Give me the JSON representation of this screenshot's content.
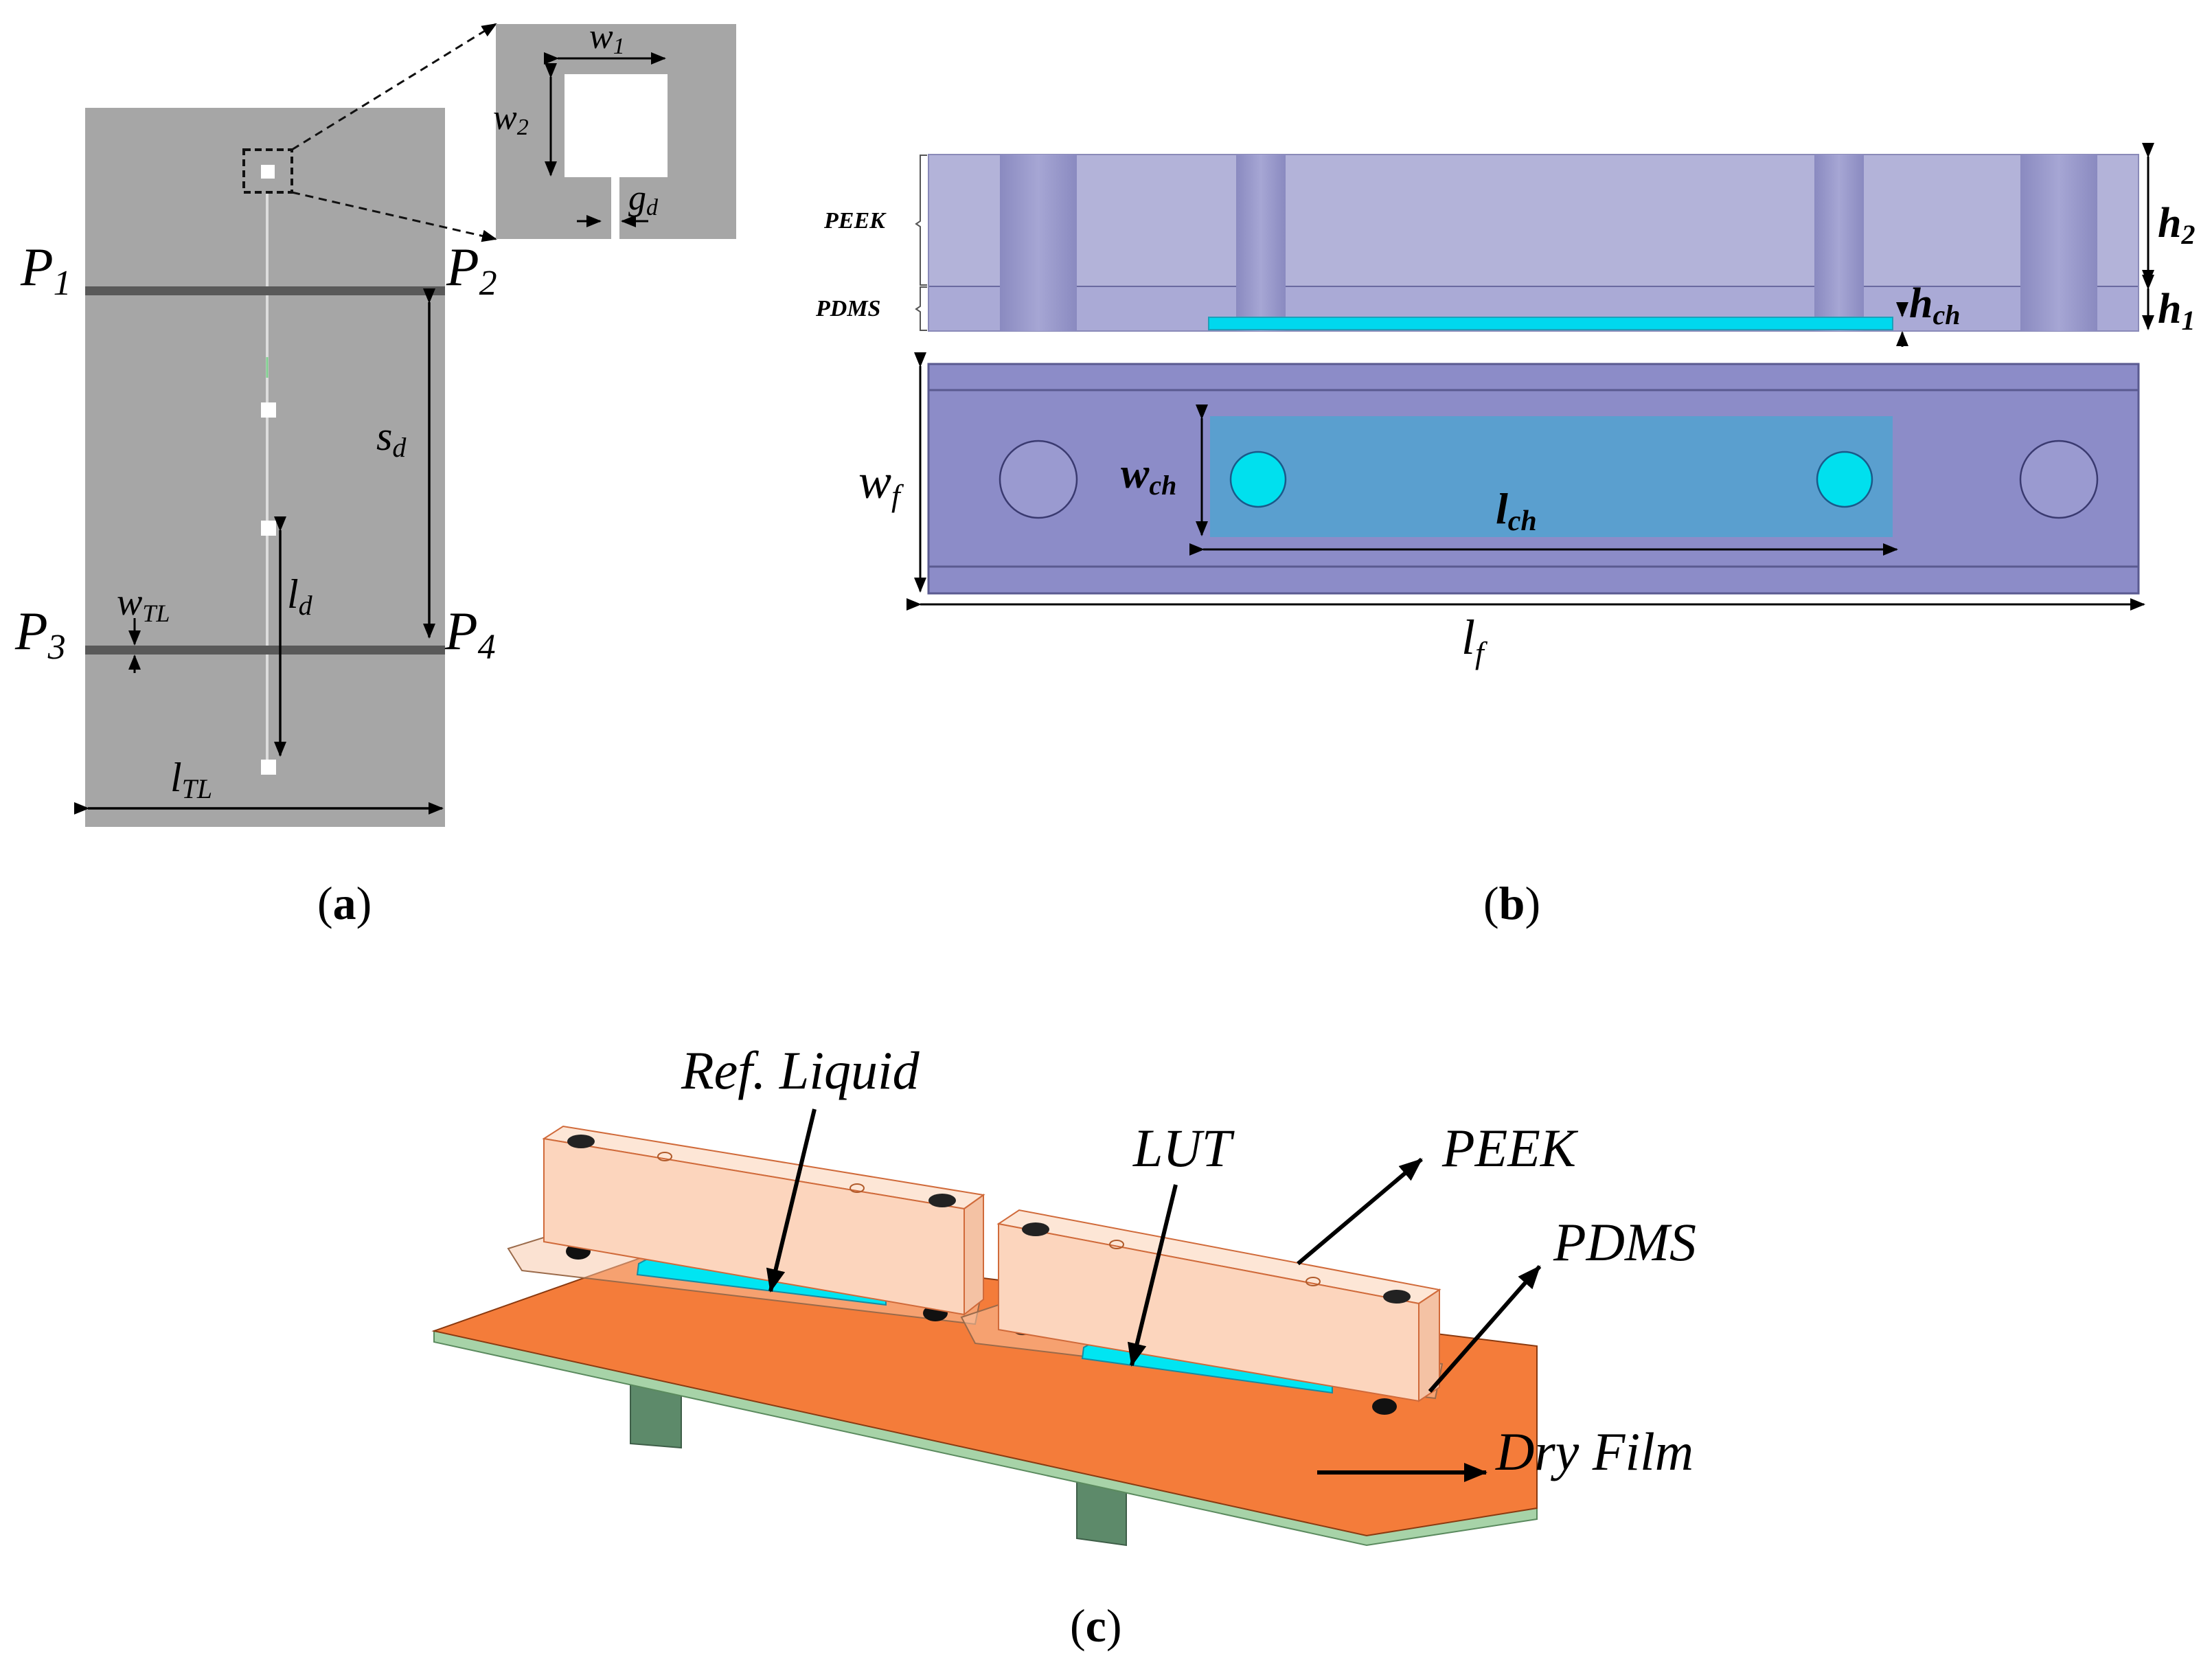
{
  "panel_a": {
    "caption": "a",
    "ports": {
      "p1": "1",
      "p2": "2",
      "p3": "3",
      "p4": "4",
      "port_letter": "P"
    },
    "dims": {
      "w1": {
        "base": "w",
        "sub": "1"
      },
      "w2": {
        "base": "w",
        "sub": "2"
      },
      "gd": {
        "base": "g",
        "sub": "d"
      },
      "sd": {
        "base": "s",
        "sub": "d"
      },
      "ld": {
        "base": "l",
        "sub": "d"
      },
      "wTL": {
        "base": "w",
        "sub": "TL"
      },
      "lTL": {
        "base": "l",
        "sub": "TL"
      }
    }
  },
  "panel_b": {
    "caption": "b",
    "layers": {
      "peek": "PEEK",
      "pdms": "PDMS"
    },
    "dims": {
      "h2": {
        "base": "h",
        "sub": "2"
      },
      "h1": {
        "base": "h",
        "sub": "1"
      },
      "hch": {
        "base": "h",
        "sub": "ch"
      },
      "wf": {
        "base": "w",
        "sub": "f"
      },
      "wch": {
        "base": "w",
        "sub": "ch"
      },
      "lch": {
        "base": "l",
        "sub": "ch"
      },
      "lf": {
        "base": "l",
        "sub": "f"
      }
    }
  },
  "panel_c": {
    "caption": "c",
    "labels": {
      "ref_liquid": "Ref. Liquid",
      "lut": "LUT",
      "peek": "PEEK",
      "pdms": "PDMS",
      "dry_film": "Dry Film"
    }
  },
  "colors": {
    "board_gray": "#a6a6a6",
    "line_dark": "#595959",
    "peek_purple": "#b3b3d9",
    "pdms_purple": "#8c8cc8",
    "channel_blue": "#5a9fcf",
    "cyan": "#00e0ee",
    "pcb_orange": "#f47c3a",
    "peek_peach": "#fcd5bd",
    "support_green": "#5d8a6a"
  }
}
